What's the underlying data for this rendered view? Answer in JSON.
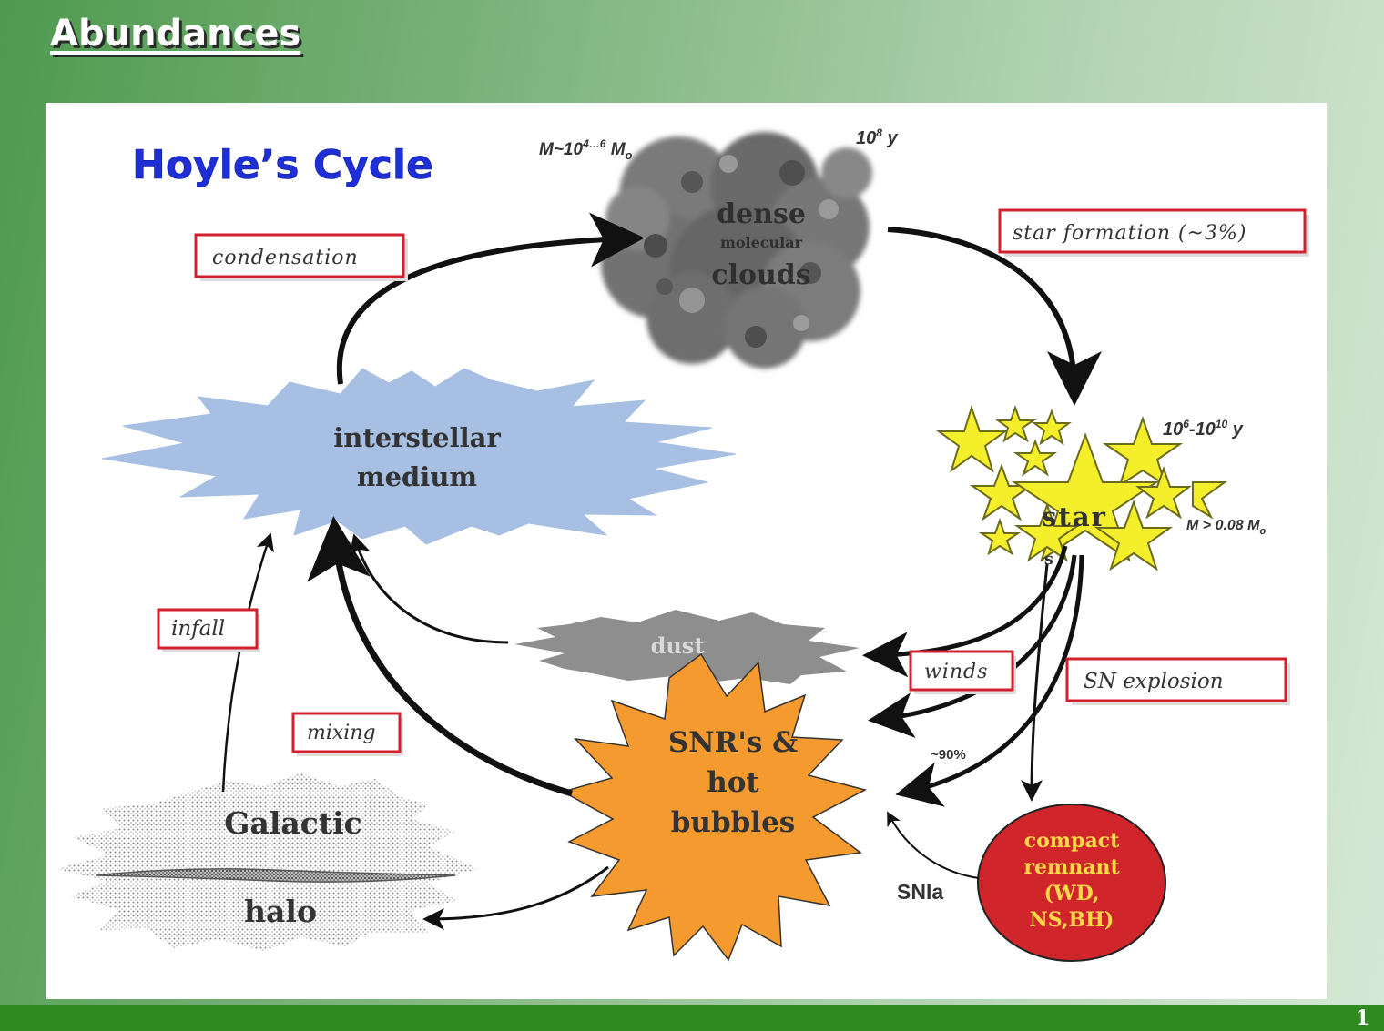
{
  "slide": {
    "title": "Abundances",
    "page_number": "1"
  },
  "diagram": {
    "title": "Hoyle’s Cycle",
    "clouds": {
      "line1": "dense",
      "line2": "molecular",
      "line3": "clouds",
      "mass_prefix": "M~10",
      "mass_exp": "4…6",
      "mass_suffix": " M",
      "mass_sub": "o",
      "time_base": "10",
      "time_exp": "8",
      "time_unit": " y"
    },
    "ism": {
      "line1": "interstellar",
      "line2": "medium"
    },
    "stars": {
      "label": "star",
      "label_s": "s",
      "time_a": "10",
      "time_a_exp": "6",
      "time_b": "-10",
      "time_b_exp": "10",
      "time_unit": " y",
      "mass_label": "M > 0.08 M",
      "mass_sub": "o"
    },
    "dust": {
      "label": "dust"
    },
    "snr": {
      "line1": "SNR's &",
      "line2": "hot",
      "line3": "bubbles"
    },
    "halo": {
      "line1": "Galactic",
      "line2": "halo"
    },
    "remnant": {
      "line1": "compact",
      "line2": "remnant",
      "line3": "(WD,",
      "line4": "NS,BH)"
    },
    "process_labels": {
      "condensation": "condensation",
      "star_formation": "star formation (~3%)",
      "infall": "infall",
      "mixing": "mixing",
      "winds": "winds",
      "sn_explosion": "SN explosion"
    },
    "percent_label": "~90%",
    "snia_label": "SNIa",
    "colors": {
      "ism": "#a7bfe3",
      "snr": "#f59a2e",
      "remnant": "#d0262b",
      "remnant_text": "#ffd84a",
      "star": "#f5ee2a",
      "dust": "#8e8e8e",
      "cloud": "#6e6e6e",
      "label_border": "#d2202f",
      "title": "#1f2fd6"
    }
  }
}
